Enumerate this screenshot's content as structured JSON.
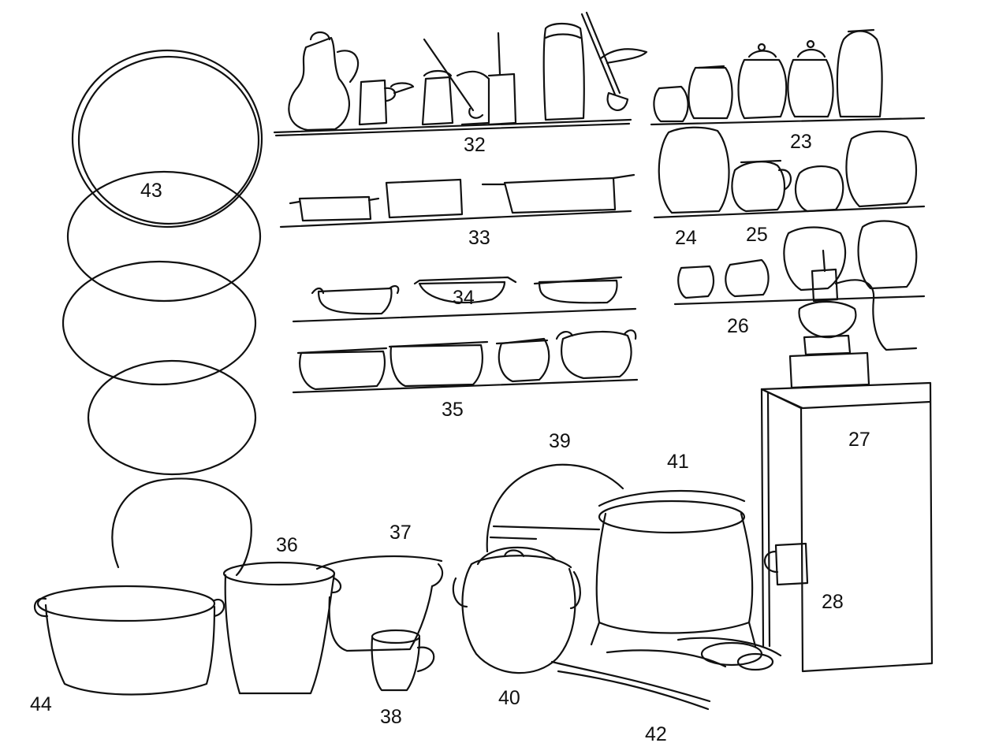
{
  "labels": {
    "l23": "23",
    "l24": "24",
    "l25": "25",
    "l26": "26",
    "l27": "27",
    "l28": "28",
    "l32": "32",
    "l33": "33",
    "l34": "34",
    "l35": "35",
    "l36": "36",
    "l37": "37",
    "l38": "38",
    "l39": "39",
    "l40": "40",
    "l41": "41",
    "l42": "42",
    "l43": "43",
    "l44": "44"
  },
  "colors": {
    "ink": "#111111",
    "paper": "#ffffff",
    "bleed_through": "#c8c8c8"
  }
}
